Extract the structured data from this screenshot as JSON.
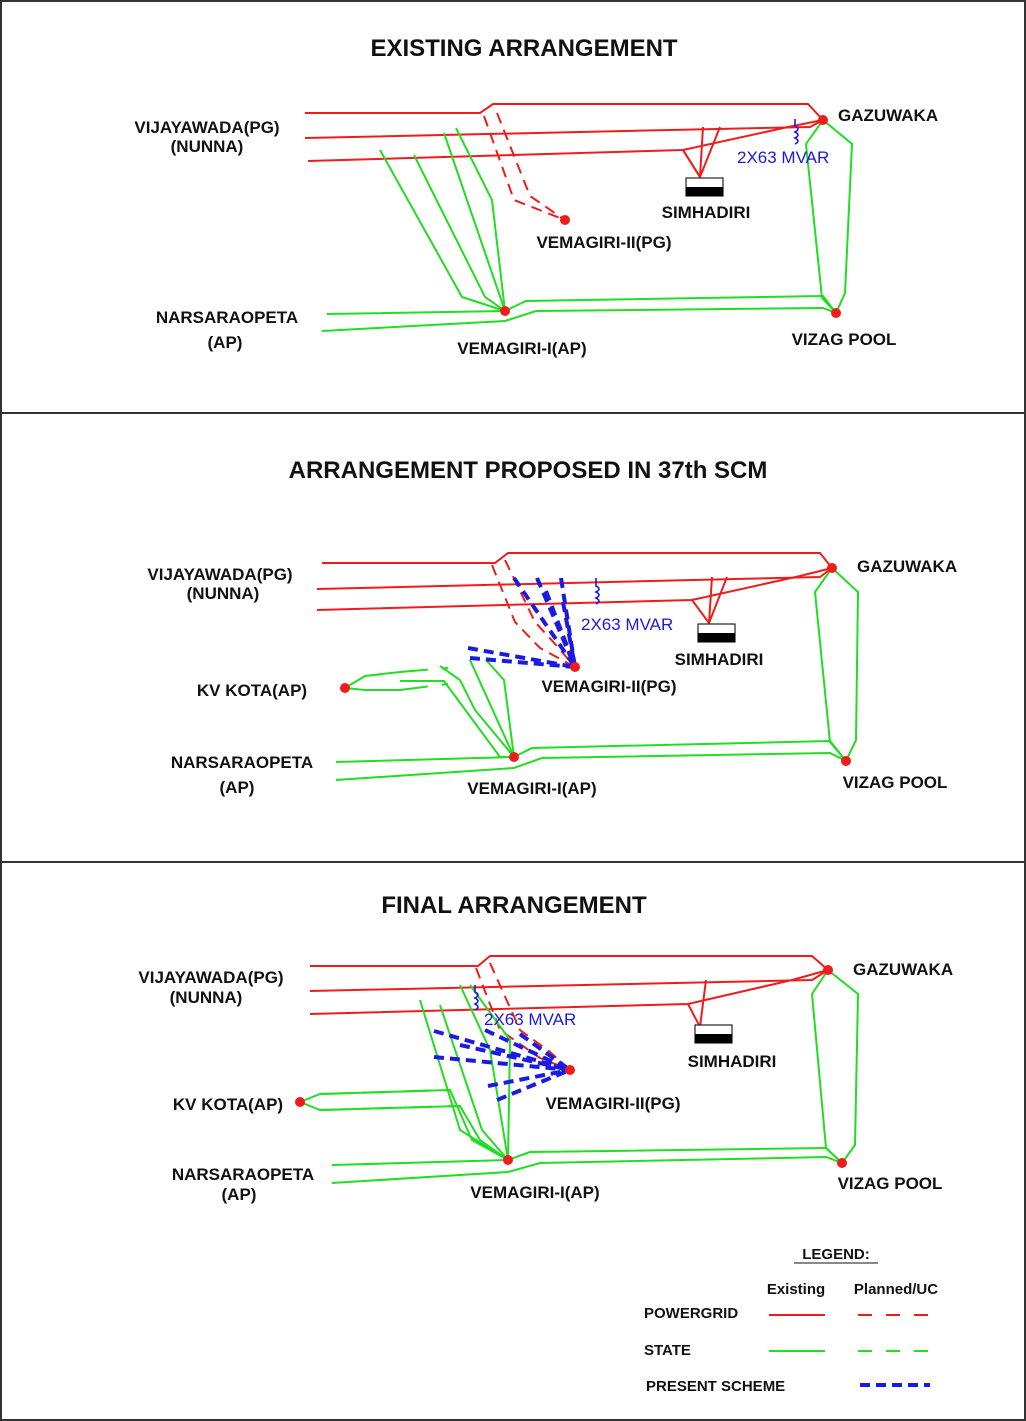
{
  "colors": {
    "powergrid": "#ee1c1c",
    "state": "#22dd22",
    "present_scheme": "#1a1ae0",
    "substation_dot": "#ee1c1c",
    "frame": "#333333"
  },
  "panels": [
    {
      "title": "EXISTING ARRANGEMENT",
      "labels": {
        "vijayawada": "VIJAYAWADA(PG)",
        "nunna": "(NUNNA)",
        "gazuwaka": "GAZUWAKA",
        "reactor": "2X63 MVAR",
        "simhadiri": "SIMHADIRI",
        "vemagiri_ii": "VEMAGIRI-II(PG)",
        "narsaraopeta": "NARSARAOPETA",
        "ap": "(AP)",
        "vemagiri_i": "VEMAGIRI-I(AP)",
        "vizag_pool": "VIZAG POOL"
      }
    },
    {
      "title": "ARRANGEMENT PROPOSED IN 37th SCM",
      "labels": {
        "vijayawada": "VIJAYAWADA(PG)",
        "nunna": "(NUNNA)",
        "gazuwaka": "GAZUWAKA",
        "reactor": "2X63 MVAR",
        "simhadiri": "SIMHADIRI",
        "vemagiri_ii": "VEMAGIRI-II(PG)",
        "kv_kota": "KV KOTA(AP)",
        "narsaraopeta": "NARSARAOPETA",
        "ap": "(AP)",
        "vemagiri_i": "VEMAGIRI-I(AP)",
        "vizag_pool": "VIZAG POOL"
      }
    },
    {
      "title": "FINAL ARRANGEMENT",
      "labels": {
        "vijayawada": "VIJAYAWADA(PG)",
        "nunna": "(NUNNA)",
        "gazuwaka": "GAZUWAKA",
        "reactor": "2X63 MVAR",
        "simhadiri": "SIMHADIRI",
        "vemagiri_ii": "VEMAGIRI-II(PG)",
        "kv_kota": "KV KOTA(AP)",
        "narsaraopeta": "NARSARAOPETA",
        "ap": "(AP)",
        "vemagiri_i": "VEMAGIRI-I(AP)",
        "vizag_pool": "VIZAG POOL"
      }
    }
  ],
  "legend": {
    "title": "LEGEND:",
    "col_existing": "Existing",
    "col_planned": "Planned/UC",
    "rows": {
      "powergrid": "POWERGRID",
      "state": "STATE",
      "present_scheme": "PRESENT SCHEME"
    }
  }
}
